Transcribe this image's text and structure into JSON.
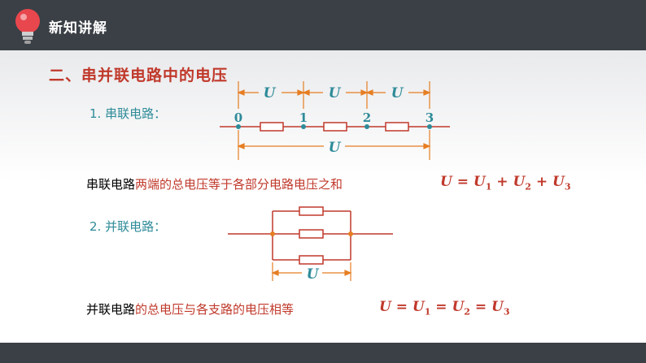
{
  "header": {
    "title": "新知讲解",
    "icon": "lightbulb-icon",
    "accent": "#e8474d"
  },
  "section_title": "二、串并联电路中的电压",
  "series": {
    "label": "1. 串联电路：",
    "points": [
      "0",
      "1",
      "2",
      "3"
    ],
    "segment_labels": [
      "U",
      "U",
      "U"
    ],
    "total_label": "U",
    "sentence_before": "串联电路",
    "sentence_highlight": "两端的总电压等于各部分电路电压之和",
    "formula": {
      "lhs": "U = U",
      "s1": "1",
      "p1": " + U",
      "s2": "2",
      "p2": " + U",
      "s3": "3"
    }
  },
  "parallel": {
    "label": "2. 并联电路：",
    "total_label": "U",
    "sentence_before": "并联电路",
    "sentence_mid": "的",
    "sentence_highlight": "总电压与各支路的电压相等",
    "formula": {
      "lhs": "U = U",
      "s1": "1",
      "p1": " = U",
      "s2": "2",
      "p2": " = U",
      "s3": "3"
    }
  },
  "colors": {
    "teal": "#2e8b99",
    "orange": "#e67e22",
    "red": "#c0392b",
    "dark": "#3b4047"
  }
}
